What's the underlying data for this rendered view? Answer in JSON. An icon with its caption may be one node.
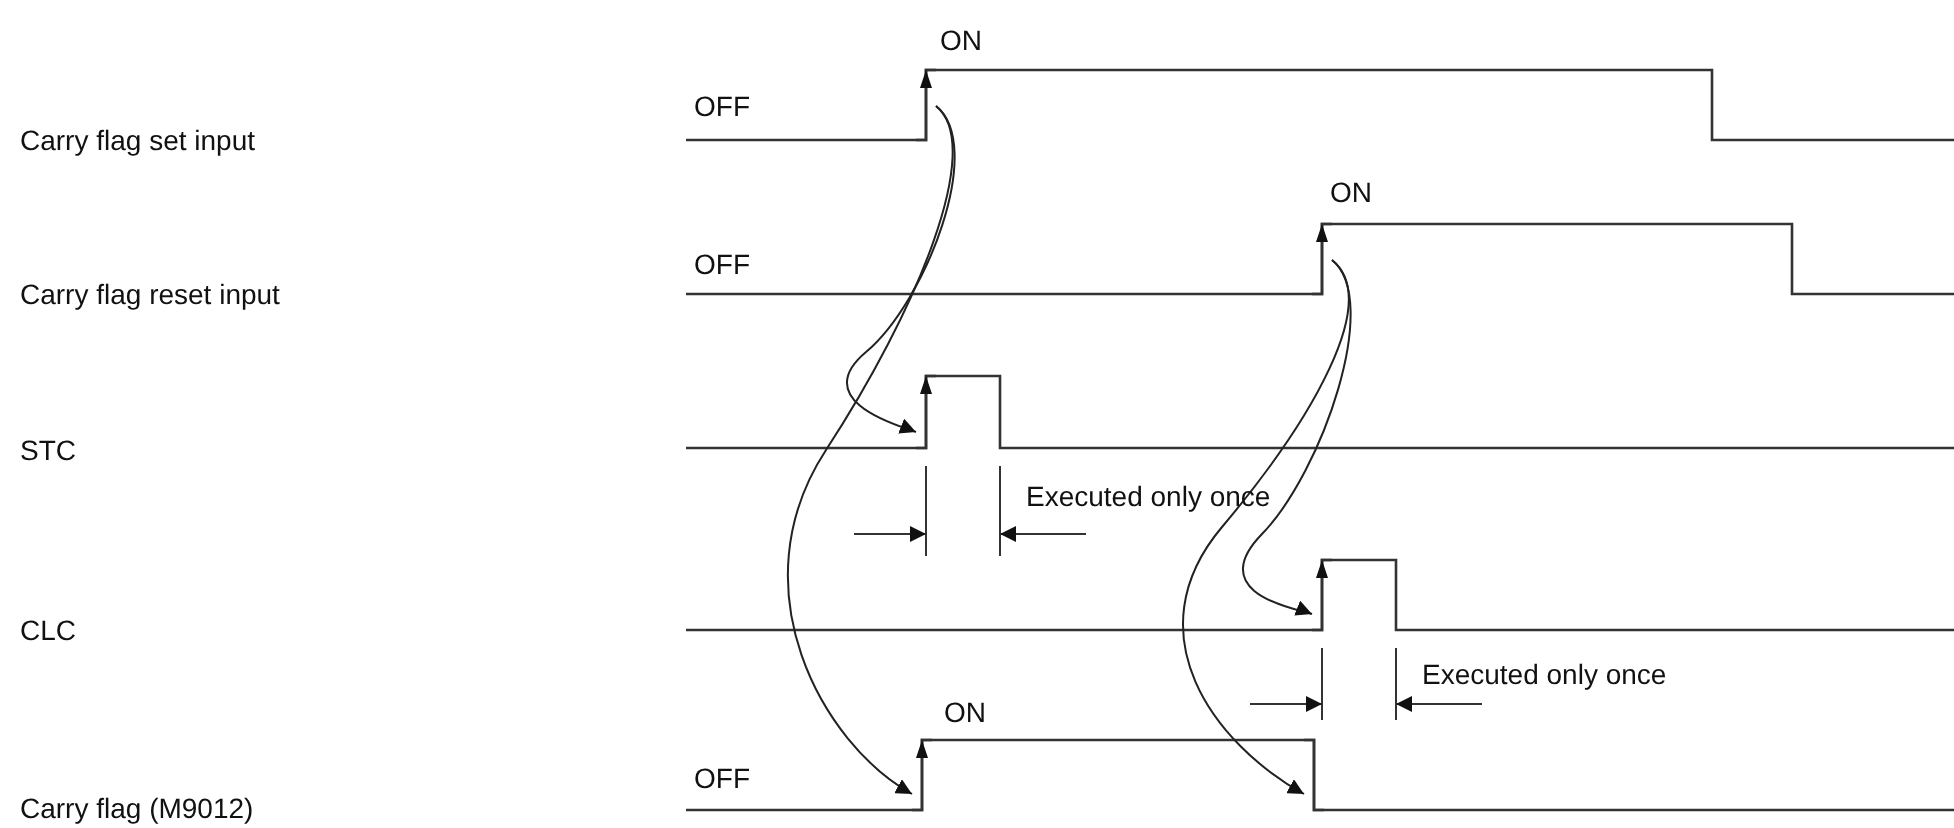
{
  "diagram": {
    "nodes": [
      {
        "text": [],
        "shape": "line"
      },
      {
        "text": [],
        "shape": "line"
      },
      {
        "text": [],
        "shape": "line"
      },
      {
        "text": [],
        "shape": "line"
      },
      {
        "text": [],
        "shape": "line"
      },
      {
        "text": [],
        "shape": "line"
      }
    ],
    "edges": [
      {
        "from": 0,
        "to": 2,
        "arrow": "to"
      },
      {
        "from": 0,
        "to": 4,
        "arrow": "to"
      },
      {
        "from": 1,
        "to": 3,
        "arrow": "to"
      },
      {
        "from": 1,
        "to": 5,
        "arrow": "to"
      }
    ],
    "labels": [
      "ON",
      "OFF",
      "Carry flag set input",
      "ON",
      "OFF",
      "Carry flag reset input",
      "STC",
      "Executed only once",
      "CLC",
      "Executed only once",
      "ON",
      "OFF",
      "Carry flag (M9012)"
    ]
  }
}
